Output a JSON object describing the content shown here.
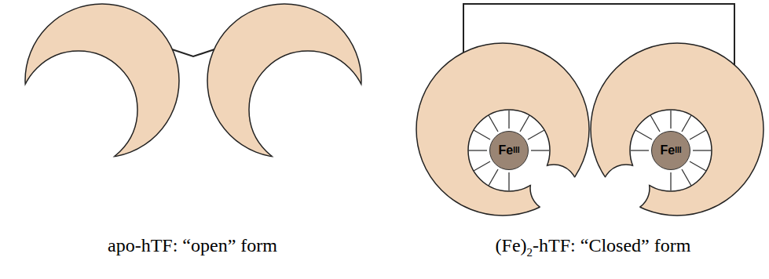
{
  "diagram": {
    "nodes": [
      {
        "text": [
          "Fe",
          "III"
        ]
      },
      {
        "text": [
          "Fe",
          "III"
        ]
      }
    ],
    "labels": [
      "apo-hTF: “open” form",
      "(Fe)",
      "2",
      "-hTF: “Closed” form"
    ]
  }
}
